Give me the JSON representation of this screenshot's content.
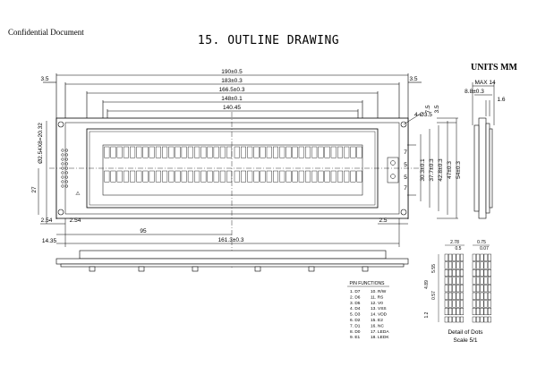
{
  "header": {
    "confidential": "Confidential Document",
    "title": "15. OUTLINE DRAWING",
    "units": "UNITS MM"
  },
  "dimensions": {
    "top": [
      "190±0.5",
      "183±0.3",
      "166.5±0.3",
      "148±0.1",
      "140.45"
    ],
    "side_left": "3.5",
    "side_right": "3.5",
    "hole": "4-Ø3.5",
    "pitch": "Ø2.54X8=20.32",
    "left_27": "27",
    "bottom_254a": "2.54",
    "bottom_254b": "2.54",
    "bottom_25": "2.5",
    "bottom_1435": "14.35",
    "bottom_95": "95",
    "bottom_161": "161.3±0.3",
    "right_v": [
      "7.5",
      "3.5",
      "30.3±0.1",
      "37.7±0.3",
      "42.8±0.3",
      "47±0.3",
      "54±0.3"
    ],
    "inner": [
      "7",
      "5",
      "5",
      "7"
    ],
    "side_view": {
      "max": "MAX 14",
      "depth": "8.8±0.3",
      "pcb": "1.6"
    }
  },
  "detail": {
    "dims": [
      "2.78",
      "0.5",
      "0.75",
      "0.07",
      "5.55",
      "4.89",
      "0.57",
      "1.2"
    ],
    "caption": "Detail of Dots",
    "scale": "Scale 5/1"
  },
  "pin_table": {
    "header": "PIN FUNCTIONS",
    "left": [
      "1. D7",
      "2. D6",
      "3. D5",
      "4. D4",
      "5. D3",
      "6. D2",
      "7. D1",
      "8. D0",
      "9. E1"
    ],
    "right": [
      "10. R/W",
      "11. RS",
      "12. V0",
      "13. VSS",
      "14. VDD",
      "15. E2",
      "16. NC",
      "17. LEDA",
      "18. LEDK"
    ]
  }
}
